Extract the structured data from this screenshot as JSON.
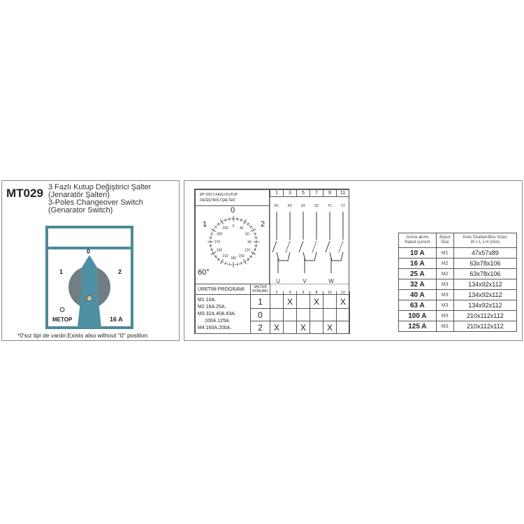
{
  "left": {
    "code": "MT029",
    "title_lines": [
      "3 Fazlı Kutup Değiştirici Şalter",
      "(Jenaratör Şalteri)",
      "3-Poles Changeover Switch",
      "(Genarator Switch)"
    ],
    "switch": {
      "pos0": "0",
      "pos1": "1",
      "pos2": "2",
      "brand": "METOP",
      "rating": "16 A"
    },
    "note": "*0'sız tipi de vardır.Exists also without \"0\" position"
  },
  "diagram": {
    "header_title": [
      "MT 029 3 FAZLI KUTUP",
      "DEĞİŞTİRİCİ ŞALTER"
    ],
    "dial": {
      "pos0": "0",
      "pos1": "1",
      "pos2": "2",
      "angle": "60°",
      "degrees": [
        "0",
        "30",
        "60",
        "90",
        "120",
        "150",
        "180",
        "210",
        "240",
        "270",
        "300",
        "330"
      ]
    },
    "top_numbers": [
      "1",
      "3",
      "5",
      "7",
      "9",
      "11"
    ],
    "contact_labels": [
      "R1",
      "R2",
      "S1",
      "S2",
      "T1",
      "T2"
    ],
    "phases": [
      "U",
      "V",
      "W"
    ],
    "program_header": "ÜRETIM PROGRAMI",
    "salter_header": [
      "SALTER",
      "KONUMU"
    ],
    "bottom_numbers": [
      "2",
      "4",
      "6",
      "8",
      "10",
      "12"
    ],
    "programs": [
      "M1 10A.",
      "M2 16A.25A.",
      "M3 32A.40A.63A.",
      "100A.125A.",
      "M4 160A.200A."
    ],
    "positions": [
      {
        "pos": "1",
        "marks": [
          "",
          "X",
          "",
          "X",
          "",
          "X"
        ]
      },
      {
        "pos": "0",
        "marks": [
          "",
          "",
          "",
          "",
          "",
          ""
        ]
      },
      {
        "pos": "2",
        "marks": [
          "X",
          "",
          "X",
          "",
          "X",
          ""
        ]
      }
    ]
  },
  "spec": {
    "headers": [
      [
        "Anma akımı",
        "Rated current"
      ],
      [
        "Boyut",
        "Size"
      ],
      [
        "Kutu Ebatları/Box Sizes",
        "W x L x H (mm)"
      ]
    ],
    "rows": [
      [
        "10 A",
        "M1",
        "47x57x89"
      ],
      [
        "16 A",
        "M2",
        "63x78x106"
      ],
      [
        "25 A",
        "M2",
        "63x78x106"
      ],
      [
        "32 A",
        "M3",
        "134x92x112"
      ],
      [
        "40 A",
        "M3",
        "134x92x112"
      ],
      [
        "63 A",
        "M3",
        "134x92x112"
      ],
      [
        "100 A",
        "M3",
        "210x112x112"
      ],
      [
        "125 A",
        "M3",
        "210x112x112"
      ]
    ]
  }
}
